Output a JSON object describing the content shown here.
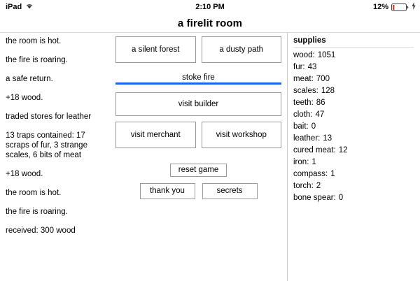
{
  "status_bar": {
    "carrier": "iPad",
    "wifi_icon": "wifi-icon",
    "time": "2:10 PM",
    "battery_percent": "12%",
    "battery_icon": "battery-icon",
    "charging_icon": "lightning-bolt-icon",
    "battery_level": 12,
    "battery_fill_color": "#e8402a"
  },
  "header": {
    "title": "a firelit room"
  },
  "notifications": [
    {
      "text": "the room is hot."
    },
    {
      "text": "the fire is roaring."
    },
    {
      "text": "a safe return."
    },
    {
      "text": "+18 wood."
    },
    {
      "text": "traded stores for leather"
    },
    {
      "text": "13 traps contained: 17 scraps of fur, 3 strange scales, 6 bits of meat"
    },
    {
      "text": "+18 wood."
    },
    {
      "text": "the room is hot."
    },
    {
      "text": "the fire is roaring."
    },
    {
      "text": "received: 300 wood"
    }
  ],
  "buttons": {
    "locations": [
      {
        "label": "a silent forest"
      },
      {
        "label": "a dusty path"
      }
    ],
    "stoke_fire": {
      "label": "stoke fire",
      "cooldown_color": "#1f62f2",
      "cooldown_progress": 100
    },
    "visit_builder": {
      "label": "visit builder"
    },
    "visits": [
      {
        "label": "visit merchant"
      },
      {
        "label": "visit workshop"
      }
    ],
    "reset_game": {
      "label": "reset game"
    },
    "footer": [
      {
        "label": "thank you"
      },
      {
        "label": "secrets"
      }
    ]
  },
  "supplies": {
    "title": "supplies",
    "items": [
      {
        "name": "wood",
        "value": "1051"
      },
      {
        "name": "fur",
        "value": "43"
      },
      {
        "name": "meat",
        "value": "700"
      },
      {
        "name": "scales",
        "value": "128"
      },
      {
        "name": "teeth",
        "value": "86"
      },
      {
        "name": "cloth",
        "value": "47"
      },
      {
        "name": "bait",
        "value": "0"
      },
      {
        "name": "leather",
        "value": "13"
      },
      {
        "name": "cured meat",
        "value": "12"
      },
      {
        "name": "iron",
        "value": "1"
      },
      {
        "name": "compass",
        "value": "1"
      },
      {
        "name": "torch",
        "value": "2"
      },
      {
        "name": "bone spear",
        "value": "0"
      }
    ]
  }
}
